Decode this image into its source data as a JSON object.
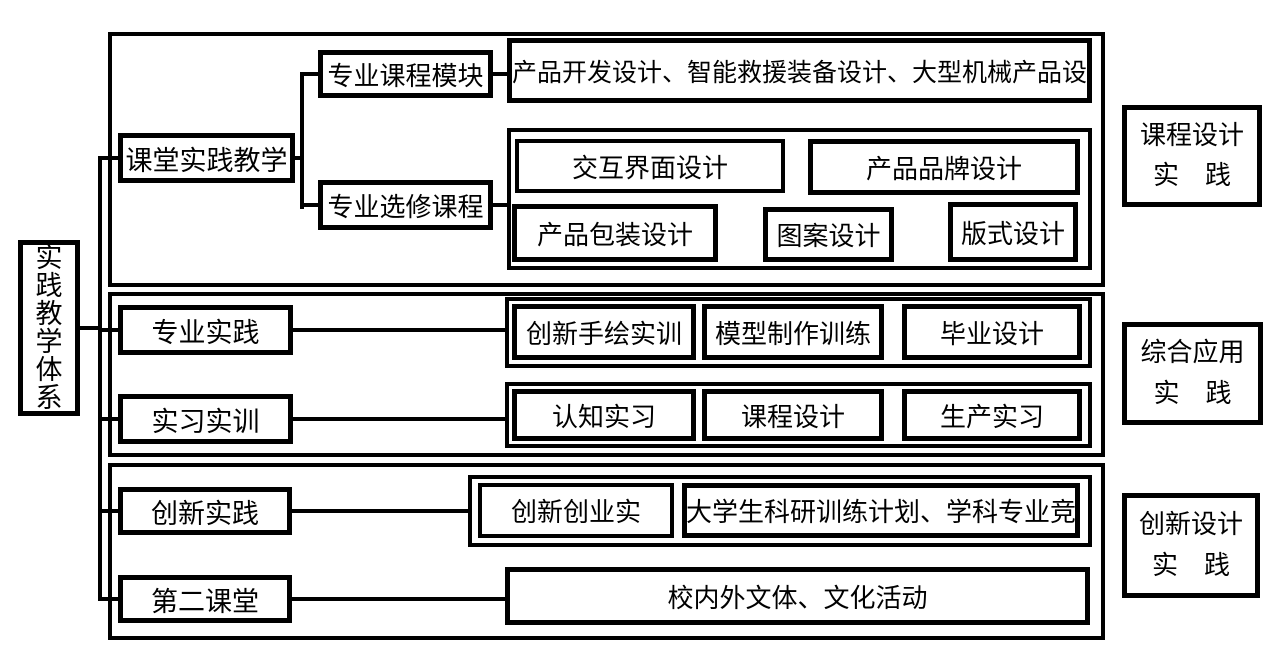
{
  "root_label": "实践教学体系",
  "sections": {
    "classroom": {
      "header": "课堂实践教学",
      "module_label": "专业课程模块",
      "module_content": "产品开发设计、智能救援装备设计、大型机械产品设",
      "elective_label": "专业选修课程",
      "elective_courses": [
        "交互界面设计",
        "产品品牌设计",
        "产品包装设计",
        "图案设计",
        "版式设计"
      ],
      "side_label_line1": "课程设计",
      "side_label_line2": "实　践"
    },
    "comprehensive": {
      "rows": [
        {
          "header": "专业实践",
          "items": [
            "创新手绘实训",
            "模型制作训练",
            "毕业设计"
          ]
        },
        {
          "header": "实习实训",
          "items": [
            "认知实习",
            "课程设计",
            "生产实习"
          ]
        }
      ],
      "side_label_line1": "综合应用",
      "side_label_line2": "实　践"
    },
    "innovation": {
      "rows": [
        {
          "header": "创新实践",
          "items": [
            "创新创业实",
            "大学生科研训练计划、学科专业竞"
          ]
        },
        {
          "header": "第二课堂",
          "items": [
            "校内外文体、文化活动"
          ]
        }
      ],
      "side_label_line1": "创新设计",
      "side_label_line2": "实　践"
    }
  },
  "colors": {
    "line": "#000000",
    "background": "#ffffff",
    "text": "#000000"
  }
}
